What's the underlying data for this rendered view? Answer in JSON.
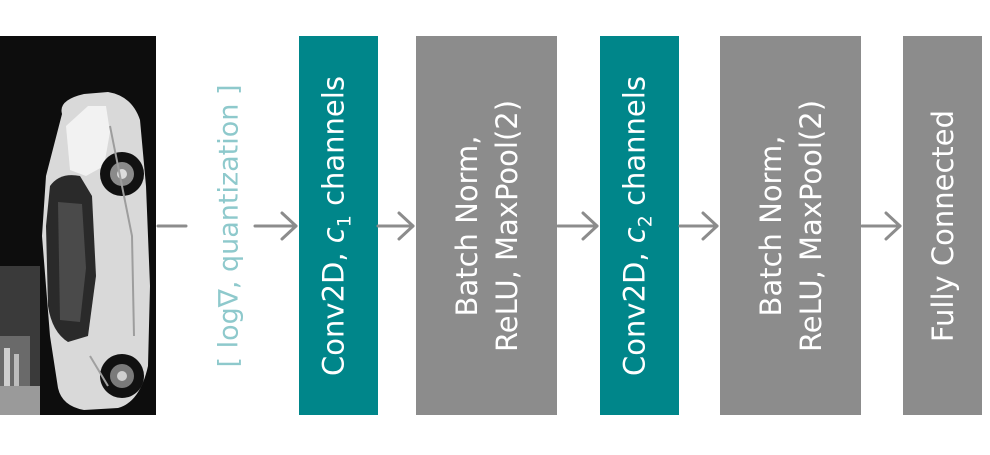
{
  "preprocessing": {
    "label": "[ log∇, quantization ]",
    "color": "#8ec9cc"
  },
  "input": {
    "icon": "car-photo-icon"
  },
  "layers": [
    {
      "id": "conv1",
      "kind": "conv",
      "prefix": "Conv2D, ",
      "var": "c",
      "sub": "1",
      "suffix": " channels",
      "color": "#00868a"
    },
    {
      "id": "bn1",
      "kind": "norm",
      "line1": "Batch Norm,",
      "line2": "ReLU, MaxPool(2)",
      "color": "#8c8c8c"
    },
    {
      "id": "conv2",
      "kind": "conv",
      "prefix": "Conv2D, ",
      "var": "c",
      "sub": "2",
      "suffix": " channels",
      "color": "#00868a"
    },
    {
      "id": "bn2",
      "kind": "norm",
      "line1": "Batch Norm,",
      "line2": "ReLU, MaxPool(2)",
      "color": "#8c8c8c"
    },
    {
      "id": "fc",
      "kind": "fc",
      "line1": "Fully Connected",
      "color": "#8c8c8c"
    }
  ],
  "arrow_color": "#8c8c8c"
}
